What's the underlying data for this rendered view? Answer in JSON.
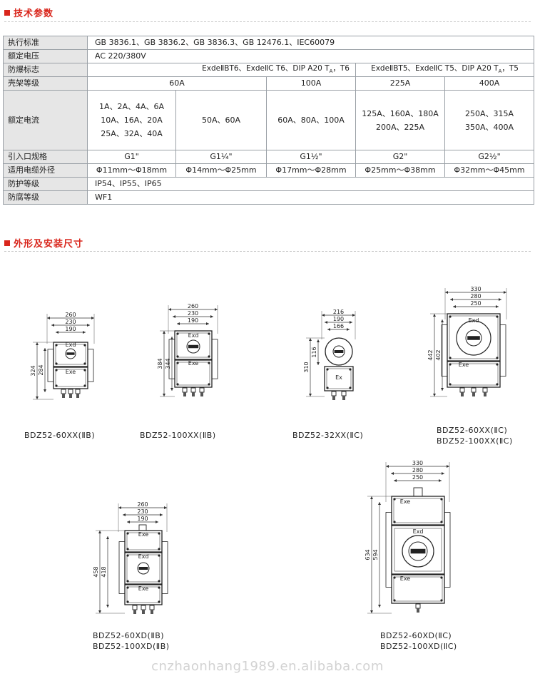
{
  "sections": {
    "params_title": "技术参数",
    "dims_title": "外形及安装尺寸"
  },
  "spec": {
    "standard": {
      "label": "执行标准",
      "value": "GB 3836.1、GB 3836.2、GB 3836.3、GB 12476.1、IEC60079"
    },
    "voltage": {
      "label": "额定电压",
      "value": "AC 220/380V"
    },
    "ex_mark": {
      "label": "防爆标志",
      "left": "ExdeⅡBT6、ExdeⅡC T6、DIP A20 T_A，T6",
      "right": "ExdeⅡBT5、ExdeⅡC T5、DIP A20 T_A，T5"
    },
    "frame": {
      "label": "壳架等级",
      "values": [
        "60A",
        "100A",
        "225A",
        "400A"
      ]
    },
    "current": {
      "label": "额定电流",
      "c1": [
        "1A、2A、4A、6A",
        "10A、16A、20A",
        "25A、32A、40A"
      ],
      "c2": "50A、60A",
      "c3": "60A、80A、100A",
      "c4": [
        "125A、160A、180A",
        "200A、225A"
      ],
      "c5": [
        "250A、315A",
        "350A、400A"
      ]
    },
    "inlet": {
      "label": "引入口规格",
      "values": [
        "G1\"",
        "G1¼\"",
        "G1½\"",
        "G2\"",
        "G2½\""
      ]
    },
    "cable": {
      "label": "适用电缆外径",
      "values": [
        "Φ11mm～Φ18mm",
        "Φ14mm～Φ25mm",
        "Φ17mm～Φ28mm",
        "Φ25mm～Φ38mm",
        "Φ32mm～Φ45mm"
      ]
    },
    "ip": {
      "label": "防护等级",
      "value": "IP54、IP55、IP65"
    },
    "corrosion": {
      "label": "防腐等级",
      "value": "WF1"
    }
  },
  "drawings": [
    {
      "caption": [
        "BDZ52-60XX(ⅡB)"
      ],
      "widths": [
        "260",
        "230",
        "190"
      ],
      "heights": [
        "324",
        "284"
      ],
      "marks": [
        "Exd",
        "Exe"
      ]
    },
    {
      "caption": [
        "BDZ52-100XX(ⅡB)"
      ],
      "widths": [
        "260",
        "230",
        "190"
      ],
      "heights": [
        "384",
        "344"
      ],
      "marks": [
        "Exd",
        "Exe"
      ]
    },
    {
      "caption": [
        "BDZ52-32XX(ⅡC)"
      ],
      "widths": [
        "216",
        "190",
        "166"
      ],
      "heights": [
        "310",
        "116"
      ],
      "marks": [
        "Ex"
      ]
    },
    {
      "caption": [
        "BDZ52-60XX(ⅡC)",
        "BDZ52-100XX(ⅡC)"
      ],
      "widths": [
        "330",
        "280",
        "250"
      ],
      "heights": [
        "442",
        "402"
      ],
      "marks": [
        "Exd",
        "Exe"
      ]
    },
    {
      "caption": [
        "BDZ52-60XD(ⅡB)",
        "BDZ52-100XD(ⅡB)"
      ],
      "widths": [
        "260",
        "230",
        "190"
      ],
      "heights": [
        "458",
        "418"
      ],
      "marks": [
        "Exe",
        "Exd",
        "Exe"
      ]
    },
    {
      "caption": [
        "BDZ52-60XD(ⅡC)",
        "BDZ52-100XD(ⅡC)"
      ],
      "widths": [
        "330",
        "280",
        "250"
      ],
      "heights": [
        "634",
        "594"
      ],
      "marks": [
        "Exe",
        "Exd",
        "Exe"
      ]
    }
  ],
  "watermark": "cnzhaonhang1989.en.alibaba.com"
}
